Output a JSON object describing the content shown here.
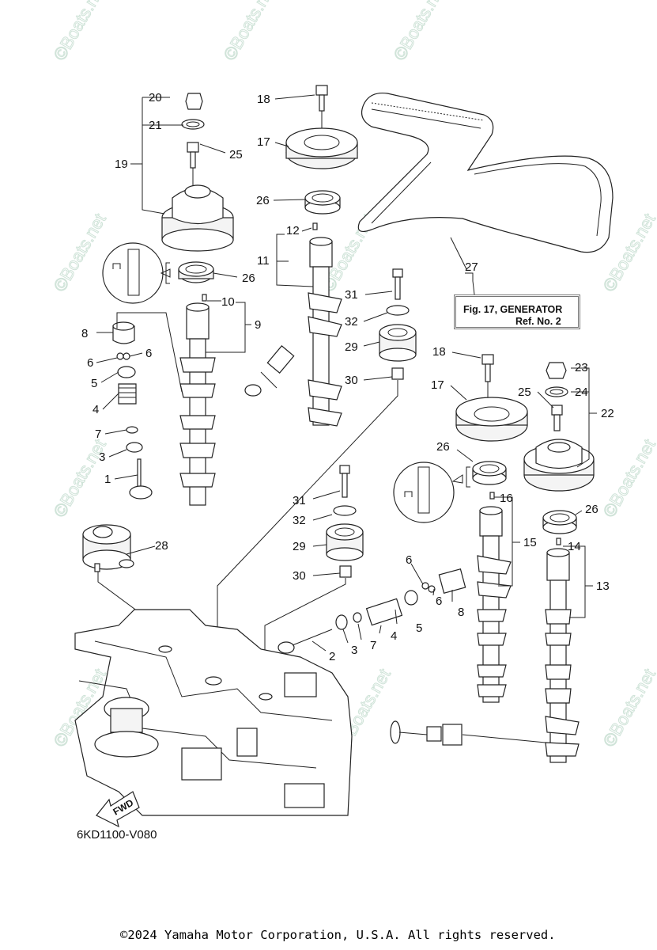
{
  "diagram": {
    "title": "Yamaha Outboard Valve / Camshaft Parts Diagram",
    "diagram_code": "6KD1100-V080",
    "copyright": "©2024 Yamaha Motor Corporation, U.S.A. All rights reserved.",
    "watermark": "©Boats.net",
    "reference_box": {
      "line1": "Fig. 17, GENERATOR",
      "line2": "Ref. No. 2"
    },
    "direction_arrow": "FWD",
    "callouts": [
      {
        "ref": "1",
        "part": "valve (intake)"
      },
      {
        "ref": "2",
        "part": "valve (exhaust)"
      },
      {
        "ref": "3",
        "part": "valve seat washer"
      },
      {
        "ref": "4",
        "part": "valve spring"
      },
      {
        "ref": "5",
        "part": "spring retainer"
      },
      {
        "ref": "6",
        "part": "valve cotter"
      },
      {
        "ref": "7",
        "part": "valve stem seal"
      },
      {
        "ref": "8",
        "part": "valve lifter"
      },
      {
        "ref": "9",
        "part": "camshaft assembly"
      },
      {
        "ref": "10",
        "part": "pin"
      },
      {
        "ref": "11",
        "part": "camshaft assembly"
      },
      {
        "ref": "12",
        "part": "pin"
      },
      {
        "ref": "13",
        "part": "camshaft assembly"
      },
      {
        "ref": "14",
        "part": "pin"
      },
      {
        "ref": "15",
        "part": "camshaft assembly"
      },
      {
        "ref": "16",
        "part": "pin"
      },
      {
        "ref": "17",
        "part": "camshaft pulley"
      },
      {
        "ref": "18",
        "part": "bolt"
      },
      {
        "ref": "19",
        "part": "VCT pulley assembly"
      },
      {
        "ref": "20",
        "part": "plug"
      },
      {
        "ref": "21",
        "part": "gasket"
      },
      {
        "ref": "22",
        "part": "VCT pulley assembly"
      },
      {
        "ref": "23",
        "part": "plug"
      },
      {
        "ref": "24",
        "part": "gasket"
      },
      {
        "ref": "25",
        "part": "bolt"
      },
      {
        "ref": "26",
        "part": "oil seal"
      },
      {
        "ref": "27",
        "part": "timing belt"
      },
      {
        "ref": "28",
        "part": "belt tensioner"
      },
      {
        "ref": "29",
        "part": "idler pulley"
      },
      {
        "ref": "30",
        "part": "collar"
      },
      {
        "ref": "31",
        "part": "bolt"
      },
      {
        "ref": "32",
        "part": "washer"
      }
    ],
    "labels": {
      "l20": "20",
      "l21": "21",
      "l19": "19",
      "l25a": "25",
      "l26a": "26",
      "l18a": "18",
      "l17a": "17",
      "l26b": "26",
      "l12": "12",
      "l11": "11",
      "l10": "10",
      "l9": "9",
      "l8a": "8",
      "l6a": "6",
      "l6b": "6",
      "l5a": "5",
      "l4a": "4",
      "l7a": "7",
      "l3a": "3",
      "l1": "1",
      "l31a": "31",
      "l32a": "32",
      "l29a": "29",
      "l30a": "30",
      "l27": "27",
      "l18b": "18",
      "l17b": "17",
      "l23": "23",
      "l24": "24",
      "l25b": "25",
      "l22": "22",
      "l26c": "26",
      "l26d": "26",
      "l16": "16",
      "l15": "15",
      "l14": "14",
      "l13": "13",
      "l31b": "31",
      "l32b": "32",
      "l29b": "29",
      "l30b": "30",
      "l28": "28",
      "l6c": "6",
      "l6d": "6",
      "l8b": "8",
      "l5b": "5",
      "l4b": "4",
      "l7b": "7",
      "l3b": "3",
      "l2": "2"
    }
  }
}
